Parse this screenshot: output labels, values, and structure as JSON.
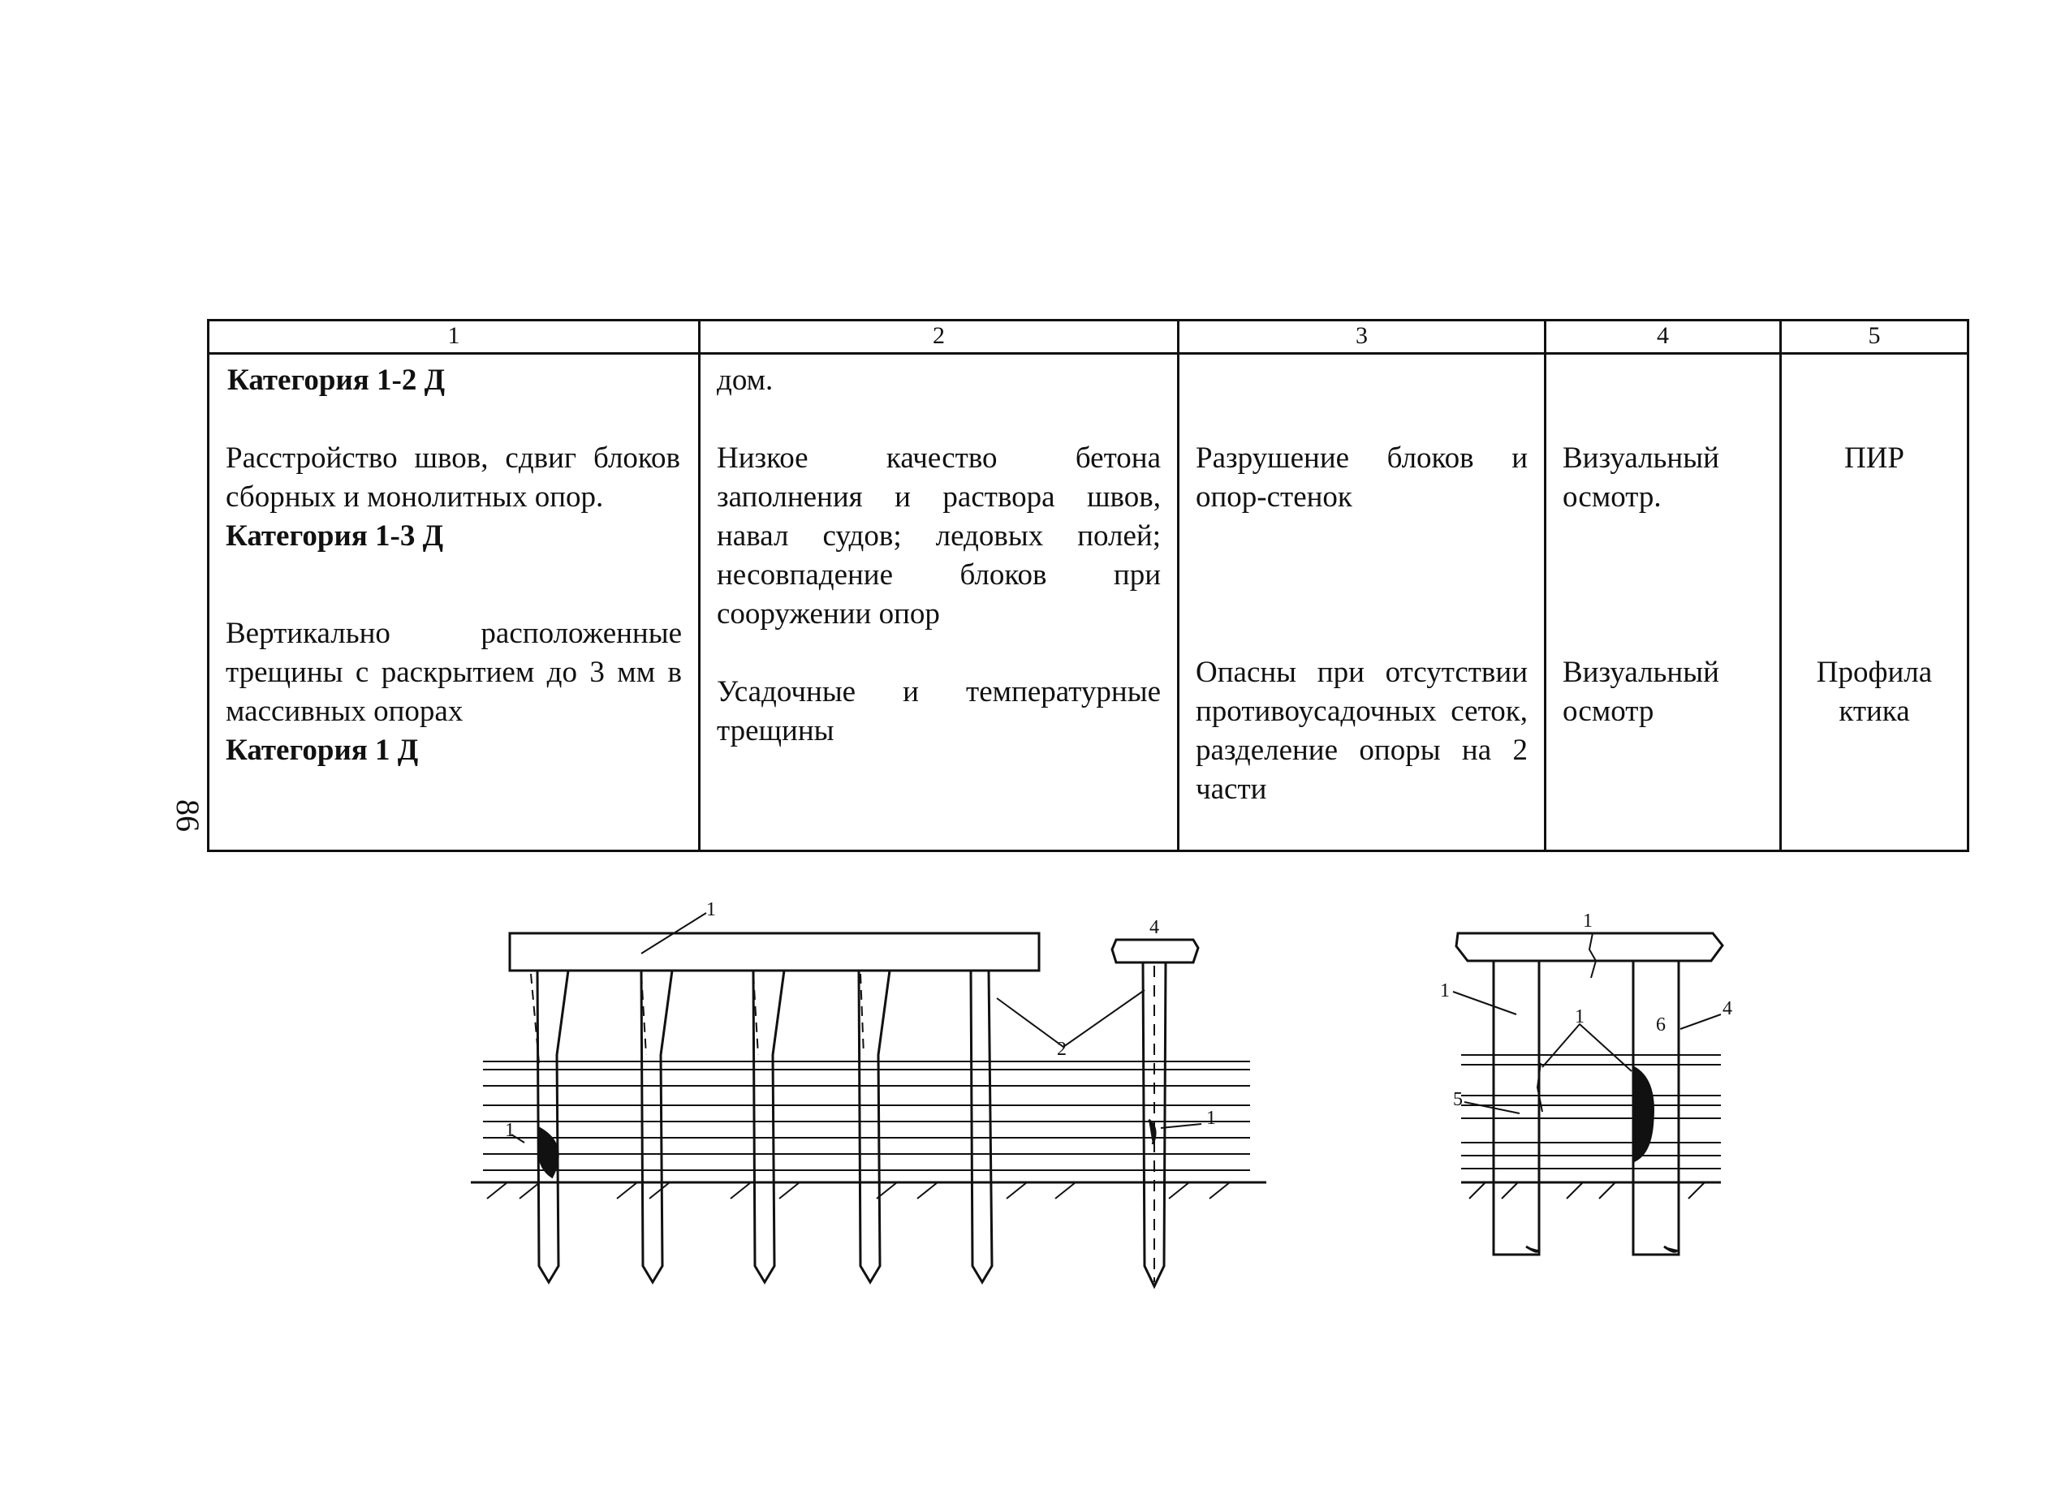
{
  "page_number": "86",
  "table": {
    "headers": [
      "1",
      "2",
      "3",
      "4",
      "5"
    ],
    "col1": {
      "cat_top": "Категория 1-2 Д",
      "desc_a": "Расстройство швов, сдвиг блоков сборных и монолитных опор.",
      "cat_mid": "Категория 1-3 Д",
      "desc_b": "Вертикально расположенные трещины с раскрытием до 3 мм в массивных опорах",
      "cat_bottom": "Категория 1 Д"
    },
    "col2": {
      "cont": "дом.",
      "cause_a": "Низкое качество бетона заполнения и раствора швов, навал судов; ледовых полей; несовпадение блоков при сооружении опор",
      "cause_b": "Усадочные и температурные трещины"
    },
    "col3": {
      "effect_a": "Разрушение блоков и опор-стенок",
      "effect_b": "Опасны при отсутствии противоусадочных сеток, разделение опоры на 2 части"
    },
    "col4": {
      "method_a": "Визуальный осмотр.",
      "method_b": "Визуальный осмотр"
    },
    "col5": {
      "measure_a": "ПИР",
      "measure_b": "Профилактика"
    }
  },
  "figure": {
    "left_callouts": [
      "1",
      "1",
      "1",
      "2",
      "4"
    ],
    "right_callouts": [
      "1",
      "1",
      "1",
      "6",
      "4",
      "5"
    ]
  }
}
